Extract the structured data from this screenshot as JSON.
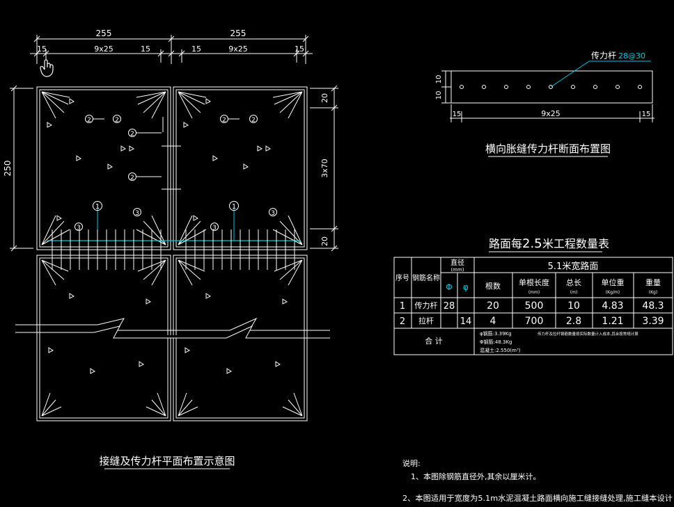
{
  "plan": {
    "title": "接缝及传力杆平面布置示意图",
    "dims": {
      "top_left": "255",
      "top_right": "255",
      "sub_15a": "15",
      "sub_9x25a": "9x25",
      "sub_15b": "15",
      "sub_15c": "15",
      "sub_9x25b": "9x25",
      "sub_15d": "15",
      "left_250": "250",
      "right_20a": "20",
      "right_3x70": "3x70",
      "right_20b": "20"
    },
    "markers": [
      "1",
      "2",
      "3"
    ]
  },
  "section": {
    "title": "横向胀缝传力杆断面布置图",
    "label": "传力杆",
    "label_spec": "28@30",
    "dims": {
      "v10a": "10",
      "v10b": "10",
      "h15a": "15",
      "h9x25": "9x25",
      "h15b": "15"
    }
  },
  "table": {
    "title_a": "路面每",
    "title_b": "2.5",
    "title_c": "米工程数量表",
    "h_no": "序号",
    "h_name": "钢筋名称",
    "h_dia": "直径",
    "h_dia_unit": "(mm)",
    "h_group": "5.1米宽路面",
    "h_dia_a": "Φ",
    "h_dia_b": "φ",
    "cols": [
      {
        "label": "根数",
        "unit": ""
      },
      {
        "label": "单根长度",
        "unit": "(mm)"
      },
      {
        "label": "总长",
        "unit": "(m)"
      },
      {
        "label": "单位重",
        "unit": "(Kg/m)"
      },
      {
        "label": "重量",
        "unit": "(Kg)"
      }
    ],
    "rows": [
      {
        "no": "1",
        "name": "传力杆",
        "d1": "28",
        "d2": "",
        "count": "20",
        "len": "500",
        "total": "10",
        "unit_w": "4.83",
        "weight": "48.3"
      },
      {
        "no": "2",
        "name": "拉杆",
        "d1": "",
        "d2": "14",
        "count": "4",
        "len": "700",
        "total": "2.8",
        "unit_w": "1.21",
        "weight": "3.39"
      }
    ],
    "sum_label": "合  计",
    "sum_line1": "φ钢筋:3.39Kg",
    "sum_line2": "Φ钢筋:48.3Kg",
    "sum_line3": "混凝土:2.550(m³)",
    "sum_note": "传力杆及拉杆钢筋数量按实际数量计入成本,其余按常规计算"
  },
  "notes": {
    "heading": "说明:",
    "line1": "1、本图除钢筋直径外,其余以厘米计。",
    "line2": "2、本图适用于宽度为5.1m水泥混凝土路面横向施工缝接缝处理,施工缝本设计"
  },
  "colors": {
    "background": "#000000",
    "lines": "#ffffff",
    "accent": "#00c8e0"
  },
  "icons": {
    "cursor": "hand-cursor-icon"
  }
}
